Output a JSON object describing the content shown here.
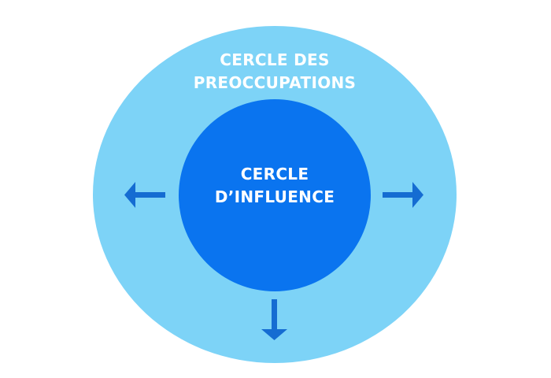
{
  "outer_circle": {
    "label_line1": "CERCLE DES",
    "label_line2": "PREOCCUPATIONS",
    "color": "#7dd3f7"
  },
  "inner_circle": {
    "label_line1": "CERCLE",
    "label_line2": "D’INFLUENCE",
    "color": "#0a74ef"
  },
  "arrows": {
    "color": "#156cd2",
    "directions": [
      "left",
      "right",
      "down"
    ]
  }
}
